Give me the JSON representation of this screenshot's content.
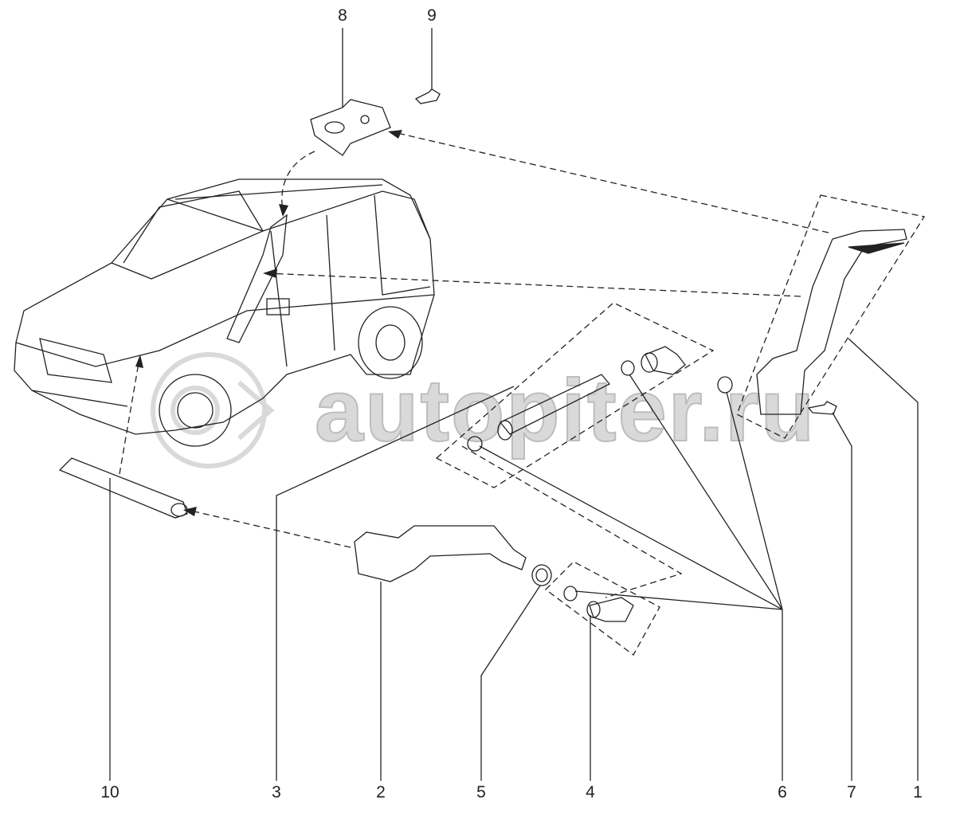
{
  "diagram": {
    "title": "Snorkel / air intake assembly",
    "watermark": "autopiter.ru",
    "callouts": [
      {
        "id": "8",
        "label": "8"
      },
      {
        "id": "9",
        "label": "9"
      },
      {
        "id": "10",
        "label": "10"
      },
      {
        "id": "3",
        "label": "3"
      },
      {
        "id": "2",
        "label": "2"
      },
      {
        "id": "5",
        "label": "5"
      },
      {
        "id": "4",
        "label": "4"
      },
      {
        "id": "6",
        "label": "6"
      },
      {
        "id": "7",
        "label": "7"
      },
      {
        "id": "1",
        "label": "1"
      }
    ],
    "colors": {
      "line": "#222222",
      "watermark": "#d9d9d9"
    }
  }
}
